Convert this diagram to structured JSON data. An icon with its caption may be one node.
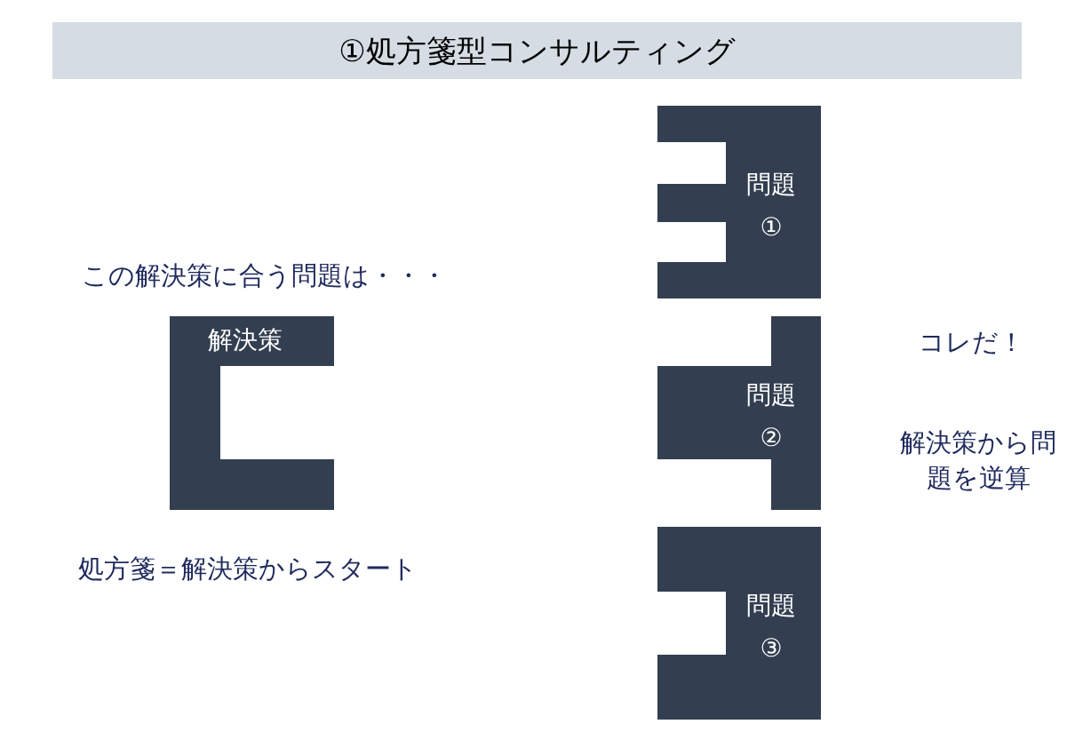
{
  "diagram": {
    "title": "①処方箋型コンサルティング",
    "nodes": [
      {
        "text": [
          "解決策"
        ]
      },
      {
        "text": [
          "問題",
          "①"
        ]
      },
      {
        "text": [
          "問題",
          "②"
        ]
      },
      {
        "text": [
          "問題",
          "③"
        ]
      }
    ],
    "labels": [
      "この解決策に合う問題は・・・",
      "コレだ！",
      "解決策から問題を逆算",
      "処方箋＝解決策からスタート"
    ]
  }
}
